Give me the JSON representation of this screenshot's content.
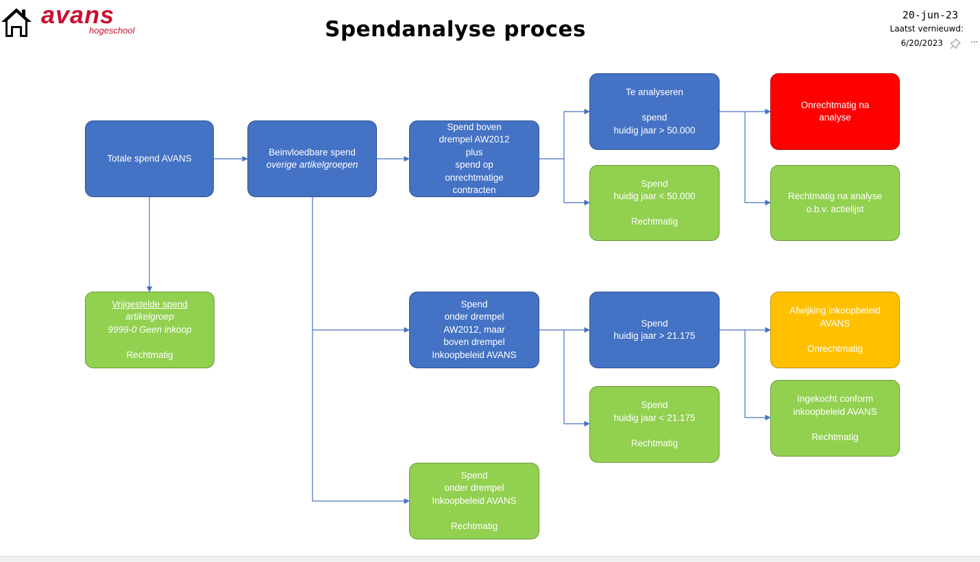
{
  "header": {
    "logo": {
      "word": "avans",
      "sub": "hogeschool"
    },
    "title": "Spendanalyse proces",
    "date": "20-jun-23",
    "refreshed_label": "Laatst vernieuwd:",
    "refreshed_date": "6/20/2023",
    "icons": [
      "home-icon",
      "pin-icon",
      "more-options-icon"
    ]
  },
  "colors": {
    "blue": "#4472c4",
    "green": "#92d050",
    "red": "#ff0000",
    "orange": "#ffc000",
    "connector": "#4472c4",
    "logo": "#c8102e"
  },
  "boxes": {
    "totale_spend": {
      "lines": [
        "Totale spend AVANS"
      ]
    },
    "beinvloedbare": {
      "lines": [
        "Beinvloedbare spend",
        "overige artikelgroepen"
      ]
    },
    "boven_drempel": {
      "lines": [
        "Spend boven",
        "drempel AW2012",
        "plus",
        "spend op",
        "onrechtmatige",
        "contracten"
      ]
    },
    "te_analyseren": {
      "lines": [
        "Te analyseren",
        "",
        "spend",
        "huidig jaar > 50.000"
      ]
    },
    "onrechtmatig_analyse": {
      "lines": [
        "Onrechtmatig na",
        "analyse"
      ]
    },
    "lt_50000": {
      "lines": [
        "Spend",
        "huidig jaar < 50.000",
        "",
        "Rechtmatig"
      ]
    },
    "rechtmatig_analyse": {
      "lines": [
        "Rechtmatig na analyse",
        "o.b.v. actielijst"
      ]
    },
    "vrijgestelde": {
      "lines": [
        "Vrijgestelde spend",
        "artikelgroep",
        "9999-0 Geen inkoop",
        "",
        "Rechtmatig"
      ]
    },
    "onder_drempel_aw": {
      "lines": [
        "Spend",
        "onder drempel",
        "AW2012, maar",
        "boven drempel",
        "Inkoopbeleid AVANS"
      ]
    },
    "gt_21175": {
      "lines": [
        "Spend",
        "huidig jaar > 21.175"
      ]
    },
    "afwijking": {
      "lines": [
        "Afwijking inkoopbeleid",
        "AVANS",
        "",
        "Onrechtmatig"
      ]
    },
    "lt_21175": {
      "lines": [
        "Spend",
        "huidig jaar < 21.175",
        "",
        "Rechtmatig"
      ]
    },
    "ingekocht": {
      "lines": [
        "Ingekocht conform",
        "inkoopbeleid AVANS",
        "",
        "Rechtmatig"
      ]
    },
    "onder_drempel_inkoop": {
      "lines": [
        "Spend",
        "onder drempel",
        "Inkoopbeleid AVANS",
        "",
        "Rechtmatig"
      ]
    }
  }
}
